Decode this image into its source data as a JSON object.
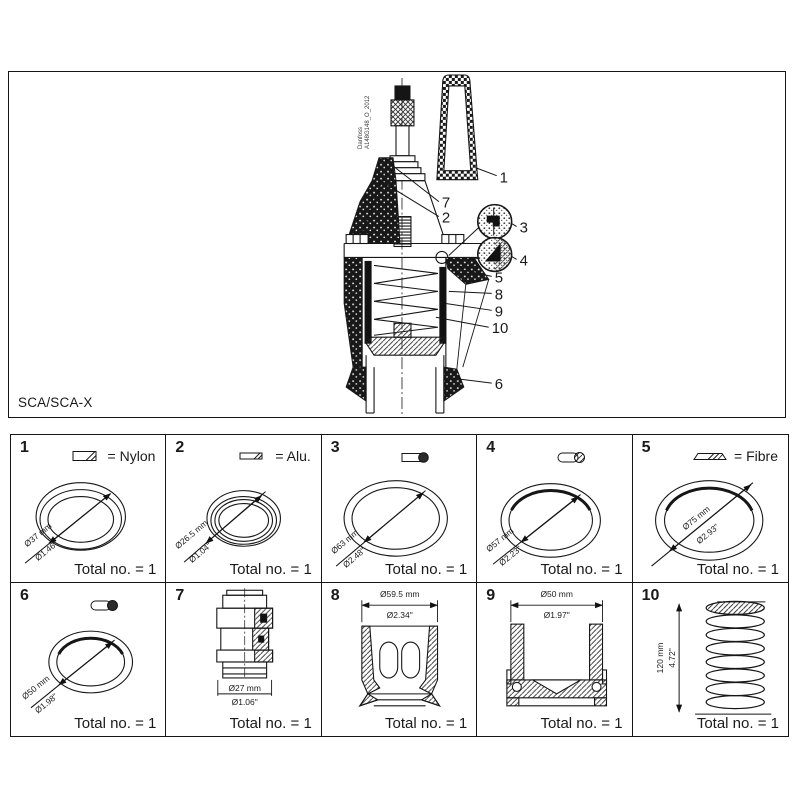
{
  "header": {
    "model_label": "SCA/SCA-X",
    "watermark_brand": "Danfoss",
    "watermark_code": "A148G148_O_2012"
  },
  "drawing": {
    "callouts": {
      "c1": "1",
      "c2": "2",
      "c3": "3",
      "c4": "4",
      "c5": "5",
      "c6": "6",
      "c7": "7",
      "c8": "8",
      "c9": "9",
      "c10": "10"
    }
  },
  "parts": [
    {
      "num": "1",
      "legend": "= Nylon",
      "dim_mm": "Ø37 mm",
      "dim_in": "Ø1.46\"",
      "total": "Total no. = 1"
    },
    {
      "num": "2",
      "legend": "= Alu.",
      "dim_mm": "Ø26.5 mm",
      "dim_in": "Ø1.04\"",
      "total": "Total no. = 1"
    },
    {
      "num": "3",
      "dim_mm": "Ø63 mm",
      "dim_in": "Ø2.48\"",
      "total": "Total no. = 1"
    },
    {
      "num": "4",
      "dim_mm": "Ø57 mm",
      "dim_in": "Ø2.23\"",
      "total": "Total no. = 1"
    },
    {
      "num": "5",
      "legend": "= Fibre",
      "dim_mm": "Ø75 mm",
      "dim_in": "Ø2.93\"",
      "total": "Total no. = 1"
    },
    {
      "num": "6",
      "dim_mm": "Ø50 mm",
      "dim_in": "Ø1.98\"",
      "total": "Total no. = 1"
    },
    {
      "num": "7",
      "dim_mm": "Ø27 mm",
      "dim_in": "Ø1.06\"",
      "total": "Total no. = 1"
    },
    {
      "num": "8",
      "dim_mm": "Ø59.5 mm",
      "dim_in": "Ø2.34\"",
      "total": "Total no. = 1"
    },
    {
      "num": "9",
      "dim_mm": "Ø50 mm",
      "dim_in": "Ø1.97\"",
      "total": "Total no. = 1"
    },
    {
      "num": "10",
      "dim_mm": "120 mm",
      "dim_in": "4.72\"",
      "total": "Total no. = 1"
    }
  ]
}
